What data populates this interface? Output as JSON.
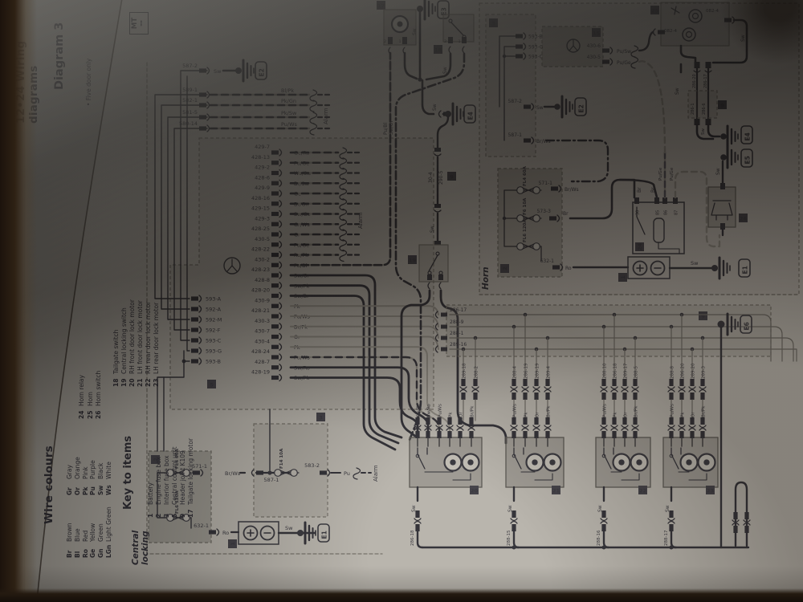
{
  "page": {
    "header": "12•24  Wiring diagrams",
    "diagram_no": "Diagram 3",
    "note": "•  Five door only",
    "logo": "MT",
    "section_central": "Central locking",
    "section_horn": "Horn",
    "alarm": "Alarm"
  },
  "colors": {
    "paper": "#b9b5ad",
    "ink": "#3b3a40",
    "wire_dark": "#35343a",
    "wire_grey": "#8e8a82",
    "badge_bg": "#46444a",
    "badge_fg": "#ddd9cf"
  },
  "wire_colours": {
    "title": "Wire colours",
    "entries": [
      {
        "c1": "Br",
        "n1": "Brown",
        "c2": "Gr",
        "n2": "Gray"
      },
      {
        "c1": "Bl",
        "n1": "Blue",
        "c2": "Or",
        "n2": "Orange"
      },
      {
        "c1": "Ro",
        "n1": "Red",
        "c2": "Pk",
        "n2": "Pink"
      },
      {
        "c1": "Ge",
        "n1": "Yellow",
        "c2": "Pu",
        "n2": "Purple"
      },
      {
        "c1": "Gn",
        "n1": "Green",
        "c2": "Sw",
        "n2": "Black"
      },
      {
        "c1": "LGn",
        "n1": "Light Green",
        "c2": "Ws",
        "n2": "White"
      }
    ]
  },
  "key_to_items": {
    "title": "Key to items",
    "group1": [
      {
        "n": "1",
        "label": "Battery"
      },
      {
        "n": "2",
        "label": "Engine fuse box"
      },
      {
        "n": "3",
        "label": "Interior fuse box"
      },
      {
        "n": "5",
        "label": "Central control unit"
      },
      {
        "n": "9",
        "label": "Header joint K109"
      },
      {
        "n": "17",
        "label": "Tailgate locking motor"
      }
    ],
    "group2": [
      {
        "n": "18",
        "label": "Tailgate switch"
      },
      {
        "n": "19",
        "label": "Central locking switch"
      },
      {
        "n": "20",
        "label": "RH front door lock motor"
      },
      {
        "n": "21",
        "label": "LH front door lock motor"
      },
      {
        "n": "22",
        "label": "RH rear door lock motor"
      },
      {
        "n": "23",
        "label": "LH rear door lock motor"
      }
    ],
    "group3": [
      {
        "n": "24",
        "label": "Horn relay"
      },
      {
        "n": "25",
        "label": "Horn"
      },
      {
        "n": "26",
        "label": "Horn switch"
      }
    ]
  },
  "cl": {
    "earth_top": {
      "num": "587-2",
      "colour": "Sw",
      "earth": "E2"
    },
    "feeds": [
      {
        "num": "589-1",
        "colour": "Bl/Pk"
      },
      {
        "num": "582-1",
        "colour": "Pk/Gn"
      },
      {
        "num": "581-5",
        "colour": "Pk/Sw"
      },
      {
        "num": "580-14",
        "colour": "Pu/Ws"
      }
    ],
    "left_conns": [
      "593-A",
      "592-A",
      "592-M",
      "592-F",
      "593-C",
      "593-G",
      "593-B"
    ],
    "stack": [
      {
        "num": "429-7",
        "colour": "Ge/Ro"
      },
      {
        "num": "428-13",
        "colour": "Pu/Ge"
      },
      {
        "num": "429-2",
        "colour": "Ws/Sw"
      },
      {
        "num": "428-6",
        "colour": "Br/Sw"
      },
      {
        "num": "429-9",
        "colour": "Ge"
      },
      {
        "num": "428-16",
        "colour": "Br/Gn"
      },
      {
        "num": "429-15",
        "colour": "Sw/Ge"
      },
      {
        "num": "429-3",
        "colour": "Gr/Ws"
      },
      {
        "num": "428-25",
        "colour": "Gr"
      },
      {
        "num": "430-5",
        "colour": "Pu/Ge"
      },
      {
        "num": "428-22",
        "colour": "Ro/Pk"
      },
      {
        "num": "430-2",
        "colour": "Pu/Bl"
      },
      {
        "num": "428-23",
        "colour": "Sw/Or"
      },
      {
        "num": "428-8",
        "colour": "Sw/Pk"
      },
      {
        "num": "428-20",
        "colour": "Sw/Br"
      },
      {
        "num": "430-9",
        "colour": "Pk"
      },
      {
        "num": "428-21",
        "colour": "Pu/Ws"
      },
      {
        "num": "430-3",
        "colour": "Br/Pk"
      },
      {
        "num": "430-7",
        "colour": "Or"
      },
      {
        "num": "430-4",
        "colour": "Pk"
      },
      {
        "num": "428-24",
        "colour": "Pu/Ws"
      },
      {
        "num": "428-7",
        "colour": "Sw/Ro"
      },
      {
        "num": "428-19",
        "colour": "Sw/Pk"
      }
    ],
    "badge_unit": "5",
    "badge_motor": "17",
    "badge_tswitch": "18",
    "badge_lswitch": "19",
    "badge_joint": "9",
    "badge_fusebox": "2",
    "badge_intfusebox": "3",
    "badge_battery": "1",
    "earth_e3": "E3",
    "earth_e4": "E4",
    "earth_e1": "E1",
    "earth_e6": "E6",
    "sw": "Sw",
    "pu_bl": "Pu/Bl",
    "sw_or": "Sw/Or",
    "joint_mid": {
      "l1": "30-4",
      "l2": "290-5"
    },
    "joints": [
      {
        "num": "286-17"
      },
      {
        "num": "288-9"
      },
      {
        "num": "288-1"
      },
      {
        "num": "289-16"
      }
    ],
    "motor_cols": [
      [
        "289-18",
        "288-2"
      ],
      [
        "288-4",
        "286-19",
        "289-19",
        "289-4"
      ],
      [
        "288-10",
        "286-18",
        "289-17",
        "288-5"
      ],
      [
        "288-8",
        "286-20",
        "289-20",
        "289-3"
      ]
    ],
    "motors": [
      {
        "id": "20",
        "wires": [
          "Sw/Pk",
          "Sw/Ro",
          "Pu/Ws",
          "Pk",
          "Or",
          "Br/Pk"
        ],
        "ground": "286-18"
      },
      {
        "id": "21",
        "wires": [
          "Pu/Ws",
          "Pk",
          "Or",
          "Br/Pk"
        ],
        "ground": "288-15"
      },
      {
        "id": "22",
        "wires": [
          "Pu/Ws",
          "Pk",
          "Or",
          "Br/Pk"
        ],
        "ground": "288-16"
      },
      {
        "id": "23",
        "wires": [
          "Pu/Ws",
          "Pk",
          "Or",
          "Br/Pk"
        ],
        "ground": "288-17"
      }
    ],
    "fuses": [
      {
        "name": "FL4 60A",
        "conn": "571-1",
        "colour": "Br/Ws"
      },
      {
        "name": "F14 10A",
        "conn": "583-2",
        "colour": "Pu"
      },
      {
        "name": "FL6 120A",
        "conn": "632-1",
        "colour": "Ro"
      }
    ],
    "junction": "587-1",
    "battery_colour": "Sw"
  },
  "horn": {
    "fusebox3_conns": [
      "593-B",
      "593-G",
      "593-C"
    ],
    "badge_fusebox3": "3",
    "badge_fuse15": "15",
    "fuse15": [
      {
        "num": "430-6",
        "colour": "Pu/Sw"
      },
      {
        "num": "430-5",
        "colour": "Pu/Ge"
      }
    ],
    "earth_mid": {
      "num": "587-2",
      "colour": "Sw",
      "earth": "E2"
    },
    "feed": {
      "num": "587-1",
      "colour": "Br/Ws"
    },
    "horns": {
      "id": "25",
      "conn_l": "082-4",
      "conn_r": "082-4",
      "sw": "Sw"
    },
    "joint": {
      "id": "9",
      "u1": "286-20",
      "u2": "286-17",
      "l1": "286-1",
      "l2": "286-6",
      "sw": "Sw"
    },
    "earth_e4": "E4",
    "earth_e5": "E5",
    "earth_e1": "E1",
    "fusebox2": {
      "id": "2",
      "fuses": [
        {
          "name": "FL4 60A",
          "conn": "571-1",
          "colour": "Br/Ws"
        },
        {
          "name": "F6 10A",
          "conn": "573-3",
          "colour": "Br"
        },
        {
          "name": "FL6 120A",
          "conn": "632-1",
          "colour": "Ro"
        }
      ]
    },
    "relay": {
      "id": "24",
      "pins": [
        "30",
        "85",
        "86",
        "87"
      ],
      "wires": [
        "Br",
        "Br",
        "Pu/Ge",
        "Pu/Ge"
      ]
    },
    "switch": {
      "id": "26",
      "sw": "Sw"
    },
    "battery": {
      "id": "1",
      "colour": "Sw"
    }
  }
}
